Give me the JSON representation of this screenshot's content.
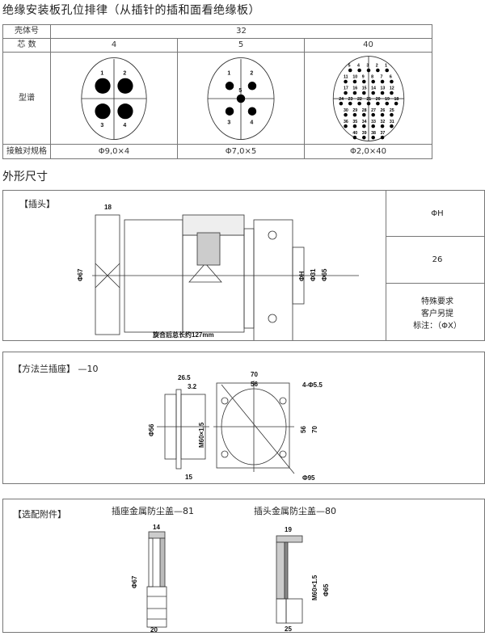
{
  "title": "绝缘安装板孔位排律（从插针的插和面看绝缘板）",
  "table": {
    "row_labels": {
      "shell": "壳体号",
      "cores": "芯  数",
      "pattern": "型谱",
      "contact": "接触对规格"
    },
    "shell_no": "32",
    "columns": [
      {
        "cores": "4",
        "contact": "Φ9,0×4",
        "pins": [
          "1",
          "2",
          "3",
          "4"
        ]
      },
      {
        "cores": "5",
        "contact": "Φ7,0×5",
        "pins": [
          "1",
          "2",
          "5",
          "3",
          "4"
        ]
      },
      {
        "cores": "40",
        "contact": "Φ2,0×40",
        "pin_rows": [
          [
            "5",
            "4",
            "3",
            "2",
            "1"
          ],
          [
            "11",
            "10",
            "9",
            "8",
            "7",
            "6"
          ],
          [
            "17",
            "16",
            "15",
            "14",
            "13",
            "12"
          ],
          [
            "24",
            "23",
            "22",
            "21",
            "20",
            "19",
            "18"
          ],
          [
            "30",
            "29",
            "28",
            "27",
            "26",
            "25"
          ],
          [
            "36",
            "35",
            "34",
            "33",
            "32",
            "31"
          ],
          [
            "40",
            "39",
            "38",
            "37"
          ]
        ]
      }
    ]
  },
  "section_title": "外形尺寸",
  "plug": {
    "label": "【插头】",
    "dims": {
      "width": "18",
      "d67": "Φ67",
      "dh": "ΦH",
      "d31": "Φ31",
      "d65": "Φ65",
      "total": "旋合后总长约127mm"
    },
    "side": {
      "h_label": "ΦH",
      "h_value": "26",
      "note1": "特殊要求",
      "note2": "客户另提",
      "note3": "标注：（ΦX）"
    }
  },
  "socket": {
    "label": "【方法兰插座】",
    "suffix": "—10",
    "dims": {
      "w265": "26.5",
      "w32": "3.2",
      "d56": "Φ56",
      "m60": "M60×1.5",
      "w15": "15",
      "w70": "70",
      "w56": "56",
      "holes": "4-Φ5.5",
      "h56": "56",
      "h70": "70",
      "d95": "Φ95"
    }
  },
  "accessories": {
    "label": "【选配附件】",
    "socket_cap": {
      "title": "插座金属防尘盖—81",
      "w14": "14",
      "d67": "Φ67",
      "w20": "20"
    },
    "plug_cap": {
      "title": "插头金属防尘盖—80",
      "w19": "19",
      "m60": "M60×1.5",
      "d65": "Φ65",
      "w25": "25"
    }
  }
}
